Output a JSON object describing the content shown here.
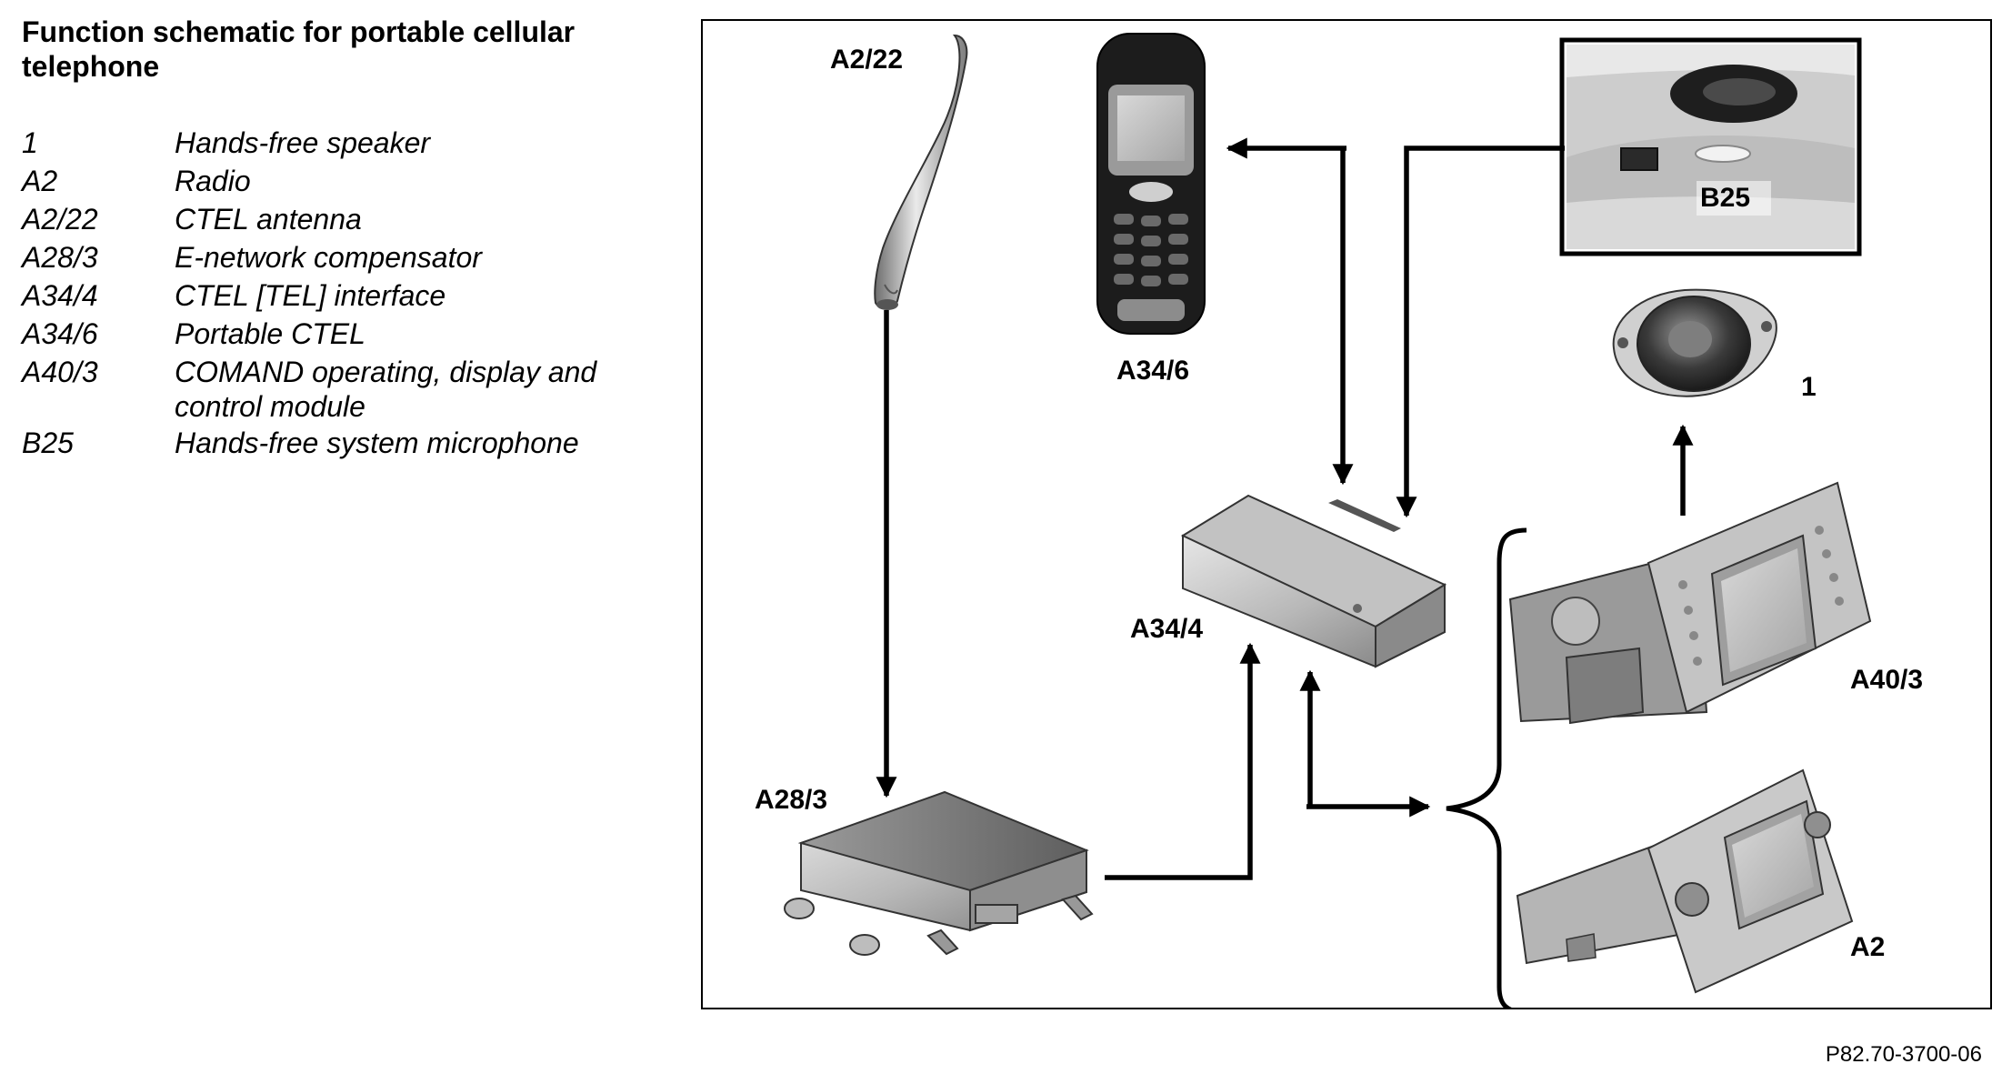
{
  "title": "Function schematic for portable cellular telephone",
  "legend": [
    {
      "code": "1",
      "desc": "Hands-free speaker"
    },
    {
      "code": "A2",
      "desc": "Radio"
    },
    {
      "code": "A2/22",
      "desc": "CTEL antenna"
    },
    {
      "code": "A28/3",
      "desc": "E-network compensator"
    },
    {
      "code": "A34/4",
      "desc": "CTEL [TEL] interface"
    },
    {
      "code": "A34/6",
      "desc": "Portable CTEL"
    },
    {
      "code": "A40/3",
      "desc": "COMAND operating, display and control module"
    },
    {
      "code": "B25",
      "desc": "Hands-free system microphone"
    }
  ],
  "diagram": {
    "labels": {
      "antenna": "A2/22",
      "phone": "A34/6",
      "microphone": "B25",
      "speaker": "1",
      "interface": "A34/4",
      "compensator": "A28/3",
      "comand": "A40/3",
      "radio": "A2"
    }
  },
  "reference": "P82.70-3700-06"
}
